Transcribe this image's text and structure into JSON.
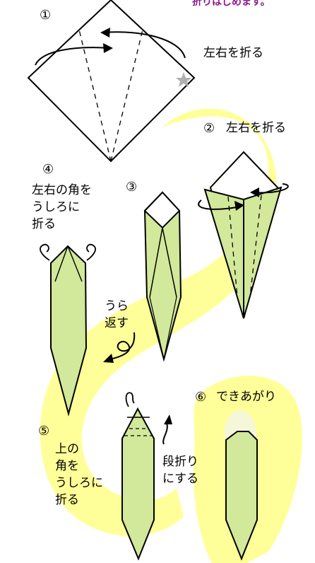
{
  "header_note": "折りはじめます。",
  "colors": {
    "paper_front": "#d2e89a",
    "paper_back": "#ffffff",
    "background_path": "#ffff99",
    "outline": "#000000",
    "star": "#b0b0b0",
    "note_text": "#8b1a8b"
  },
  "steps": [
    {
      "number": "①",
      "text": "左右を折る"
    },
    {
      "number": "②",
      "text": "左右を折る"
    },
    {
      "number": "③",
      "text": ""
    },
    {
      "number": "④",
      "lines": [
        "左右の角を",
        "うしろに",
        "折る"
      ]
    },
    {
      "number": "⑤",
      "lines": [
        "上の",
        "角を",
        "うしろに",
        "折る"
      ]
    },
    {
      "number": "⑥",
      "text": "できあがり"
    }
  ],
  "turn_over": {
    "lines": [
      "うら",
      "返す"
    ]
  },
  "pleat_fold": {
    "lines": [
      "段折り",
      "にする"
    ]
  }
}
